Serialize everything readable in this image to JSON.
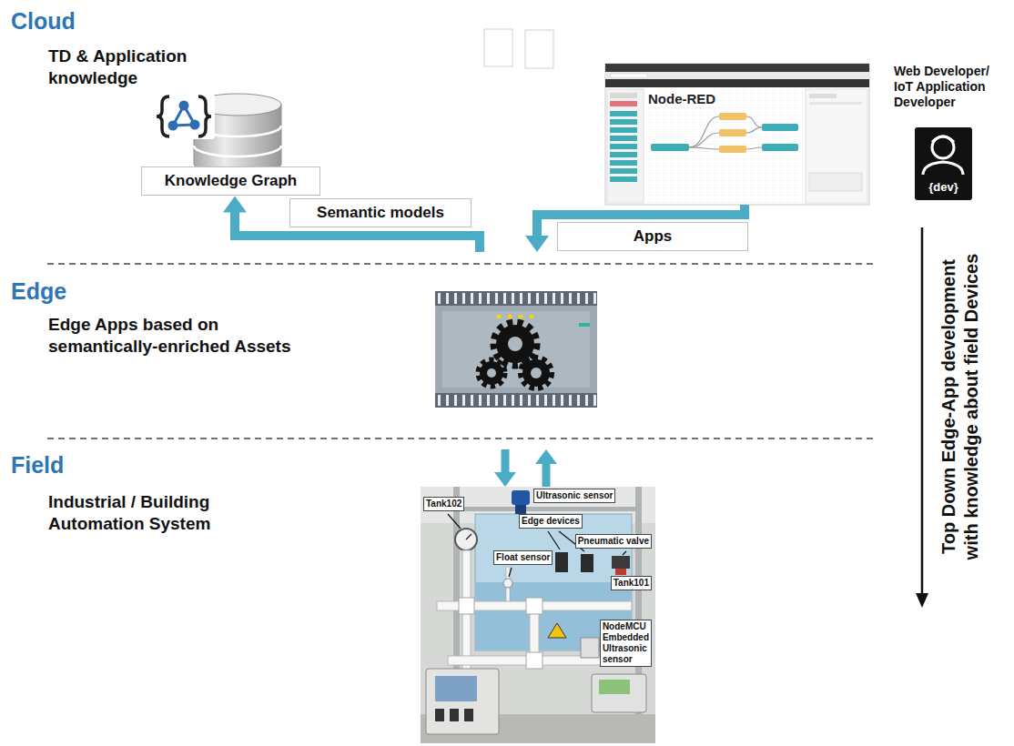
{
  "diagram": {
    "nodes": [
      {
        "text": [
          "Cloud",
          "TD & Application knowledge"
        ]
      },
      {
        "text": [
          "Knowledge Graph"
        ],
        "in": 0
      },
      {
        "text": [
          "Node-RED"
        ],
        "in": 0
      },
      {
        "text": [
          "Edge",
          "Edge Apps based on semantically-enriched Assets"
        ]
      },
      {
        "text": [
          "Field",
          "Industrial / Building Automation System"
        ]
      },
      {
        "text": [
          "Tank102",
          "Ultrasonic sensor",
          "Edge devices",
          "Pneumatic valve",
          "Float sensor",
          "Tank101",
          "NodeMCU Embedded Ultrasonic sensor"
        ],
        "in": 4
      }
    ],
    "edges": [
      {
        "from": 3,
        "to": 1,
        "arrow": "to",
        "label": "Semantic models"
      },
      {
        "from": 2,
        "to": 3,
        "arrow": "to",
        "label": "Apps"
      },
      {
        "from": 3,
        "to": 5,
        "arrow": "to"
      },
      {
        "from": 5,
        "to": 3,
        "arrow": "to"
      }
    ],
    "labels": [
      "Web Developer/ IoT Application Developer",
      "{dev}",
      "Top Down Edge-App development with knowledge about field Devices"
    ]
  }
}
